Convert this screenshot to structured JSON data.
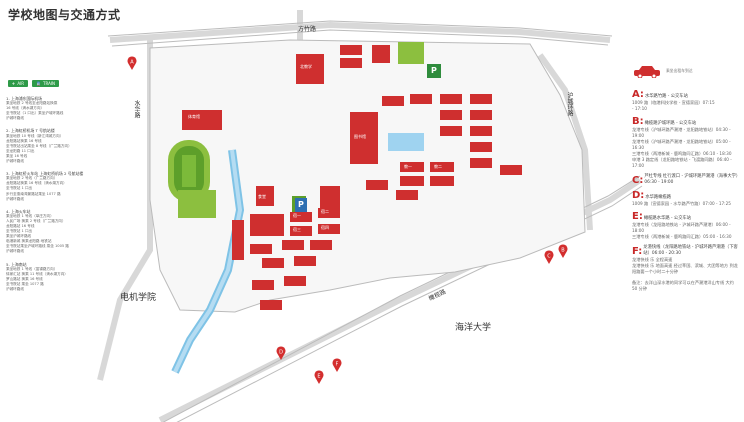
{
  "page_title": "学校地图与交通方式",
  "roads": {
    "fangzhu": "方竹路",
    "shuihua": "水华路",
    "huhuan": "沪城环路",
    "yingbo": "橄榄路"
  },
  "areas": {
    "dianji": "电机学院",
    "haiyang": "海洋大学"
  },
  "parking_label": "P",
  "buildings": {
    "tiyuguan": "体育馆",
    "beijiaoxue": "北教学",
    "tushuguan": "图书馆",
    "shitang": "食堂",
    "jiaoxue1": "教一",
    "jiaoxue2": "教二",
    "sushe1": "宿一",
    "sushe2": "宿二",
    "sushe3": "宿三",
    "sushe4": "宿四"
  },
  "transport_tags": {
    "air": "AIR",
    "train": "TRAIN"
  },
  "left_panel": [
    {
      "head": "1. 上海浦东国际机场",
      "lines": [
        "乘坐地铁 2 号线至龙阳路站换乘",
        "16 号线（滴水湖方向）",
        "至书院站（1 口出）乘坐沪城环路线",
        "沪城环路线"
      ]
    },
    {
      "head": "2. 上海虹桥机场 T 号航站楼",
      "lines": [
        "乘坐地铁 10 号线（新江湾城方向）",
        "龙阳路站换乘 16 号线",
        "至书院站出站乘坐 8 号线（广兰路方向）",
        "至龙阳路 11 口出",
        "乘坐 16 号线",
        "沪城环路线"
      ]
    },
    {
      "head": "3. 上海虹桥火车站 上海虹桥机场 2 号航站楼",
      "lines": [
        "乘坐地铁 2 号线（广兰路方向）",
        "龙阳路站换乘 16 号线（滴水湖方向）",
        "至书院站 1 口出",
        "步行至惠南湾景路站乘坐 1077 路",
        "沪城环路线"
      ]
    },
    {
      "head": "4. 上海火车站",
      "lines": [
        "乘坐地铁 1 号线（莘庄方向）",
        "人民广场 换乘 2 号线（广兰路方向）",
        "龙阳路站 16 号线",
        "至书院站 1 口出",
        "乘坐沪城环路线",
        "临港新城 换乘龙阳路 地铁站",
        "至书院站乘坐沪城环路线 乘坐 1005 路",
        "沪城环路线"
      ]
    },
    {
      "head": "5. 上海南站",
      "lines": [
        "乘坐地铁 1 号线（富锦路方向）",
        "徐家汇站 换乘 11 号线（滴水湖方向）",
        "罗山路站 换乘 16 号线",
        "至书院站 乘坐 1077 路",
        "沪城环路线"
      ]
    }
  ],
  "right_panel": {
    "car_label": "乘坐出租车到达",
    "sections": [
      {
        "letter": "A:",
        "title": "水华路竹路 - 公交车站",
        "lines": [
          "1009 路（临港科技学校 - 宣德家园）07:15",
          "- 17:10"
        ]
      },
      {
        "letter": "B:",
        "title": "橄榄路沪城环路 - 公交车站",
        "lines": [
          "龙港专线（沪城环路芦潮港 - 龙阳路地铁站）04:30 - 19:00",
          "龙港专线（沪城环路芦潮港 - 龙阳路地铁站）05:00 - 16:30",
          "三港专线（两港新城 - 鹿鸣路同汇路）06:10 - 18:30",
          "申港 3 路定线（龙阳路地铁站 - 飞渡路同路）06:40 - 17:00"
        ]
      },
      {
        "letter": "C:",
        "title": "芦杜专线 杜行渡口 - 沪城环路芦潮港（海事大学）06:30 - 19:00",
        "lines": []
      },
      {
        "letter": "D:",
        "title": "水华路橄榄路",
        "lines": [
          "1009 路（宣德家园 - 水华路芦竹路）07:00 - 17:25"
        ]
      },
      {
        "letter": "E:",
        "title": "橄榄路水华路 - 公交车站",
        "lines": [
          "龙港专线（龙阳路地铁站 - 沪城环路芦潮港）06:00 - 18:00",
          "三港专线（两港新城 - 鹿鸣路同汇路）05:00 - 16:30"
        ]
      },
      {
        "letter": "F:",
        "title": "龙港快线（龙阳路地铁站 - 沪城环路芦潮港（下客站）06:00 - 20:30",
        "lines": [
          "龙港快线 乐 全程高速",
          "龙港快线 乐 地面高速 经过莘国、滨城、大团等地方 到龙阳路要一个小时二十分钟"
        ]
      }
    ],
    "note": "备注：去洋山深水港的同学可以在芦潮港洋山专线 大约 50 分钟"
  },
  "markers": {
    "a": "A",
    "b": "B",
    "c": "C",
    "d": "D",
    "e": "E",
    "f": "F"
  }
}
